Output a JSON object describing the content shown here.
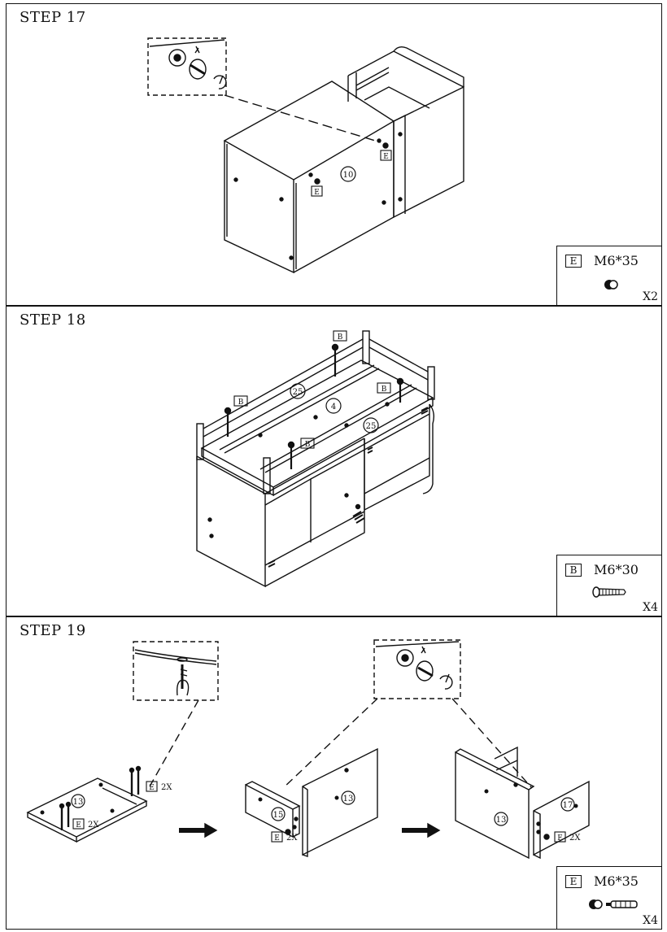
{
  "steps": [
    {
      "title": "STEP 17",
      "legend": {
        "tag": "E",
        "size": "M6*35",
        "qty": "X2"
      }
    },
    {
      "title": "STEP 18",
      "legend": {
        "tag": "B",
        "size": "M6*30",
        "qty": "X4"
      }
    },
    {
      "title": "STEP 19",
      "legend": {
        "tag": "E",
        "size": "M6*35",
        "qty": "X4"
      }
    }
  ],
  "callouts": {
    "e": "E",
    "b": "B",
    "part10": "10",
    "part4": "4",
    "part25": "25",
    "part13": "13",
    "part15": "15",
    "part17": "17",
    "count2x": "2X"
  }
}
